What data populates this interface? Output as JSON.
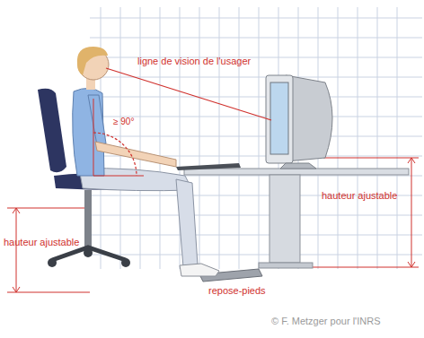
{
  "diagram": {
    "labels": [
      "ligne de vision de l'usager",
      "≥ 90°",
      "hauteur ajustable",
      "hauteur ajustable",
      "repose-pieds",
      "© F. Metzger pour l'INRS"
    ]
  }
}
